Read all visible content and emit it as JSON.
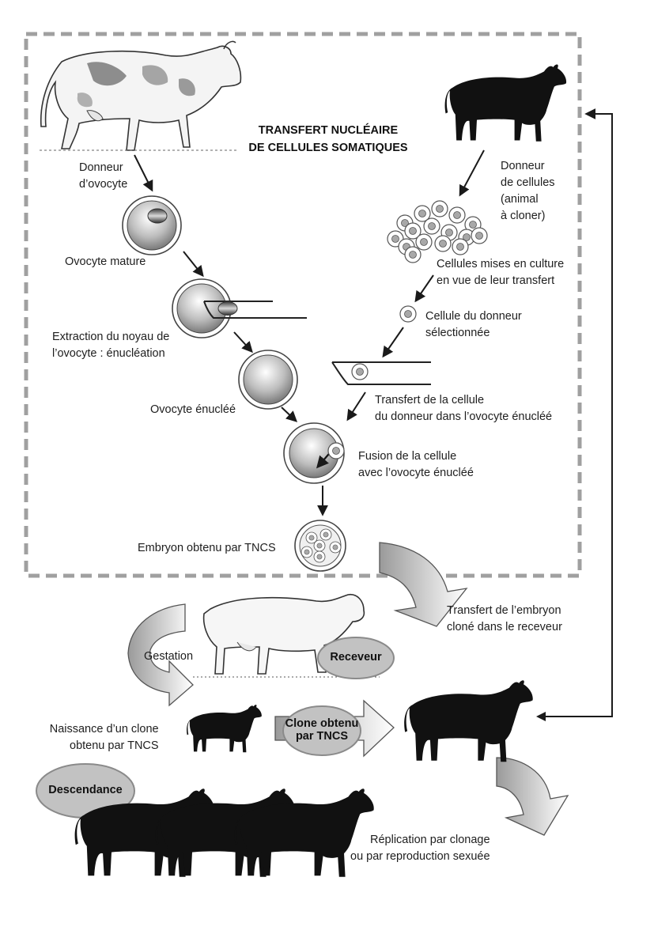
{
  "title": {
    "line1": "TRANSFERT NUCLÉAIRE",
    "line2": "DE CELLULES SOMATIQUES"
  },
  "labels": {
    "oocyte_donor": [
      "Donneur",
      "d’ovocyte"
    ],
    "cell_donor": [
      "Donneur",
      "de cellules",
      "(animal",
      "à cloner)"
    ],
    "mature_oocyte": [
      "Ovocyte mature"
    ],
    "cultured_cells": [
      "Cellules mises en culture",
      "en vue de leur transfert"
    ],
    "nucleus_extraction": [
      "Extraction du noyau de",
      "l’ovocyte : énucléation"
    ],
    "selected_cell": [
      "Cellule du donneur",
      "sélectionnée"
    ],
    "enucleated_oocyte": [
      "Ovocyte énucléé"
    ],
    "cell_transfer": [
      "Transfert de la cellule",
      "du donneur dans l’ovocyte énucléé"
    ],
    "fusion": [
      "Fusion de la cellule",
      "avec l’ovocyte énucléé"
    ],
    "embryo": [
      "Embryon obtenu par TNCS"
    ],
    "embryo_transfer": [
      "Transfert de l’embryon",
      "cloné dans le receveur"
    ],
    "gestation": [
      "Gestation"
    ],
    "clone_birth": [
      "Naissance d’un clone",
      "obtenu par TNCS"
    ],
    "replication": [
      "Réplication par clonage",
      "ou par reproduction sexuée"
    ]
  },
  "tags": {
    "recipient": "Receveur",
    "clone": [
      "Clone obtenu",
      "par TNCS"
    ],
    "offspring": "Descendance"
  },
  "colors": {
    "frame": "#a0a0a0",
    "silhouette": "#111111",
    "tag_fill": "#c2c2c2",
    "tag_stroke": "#8a8a8a",
    "arrow": "#1a1a1a"
  }
}
